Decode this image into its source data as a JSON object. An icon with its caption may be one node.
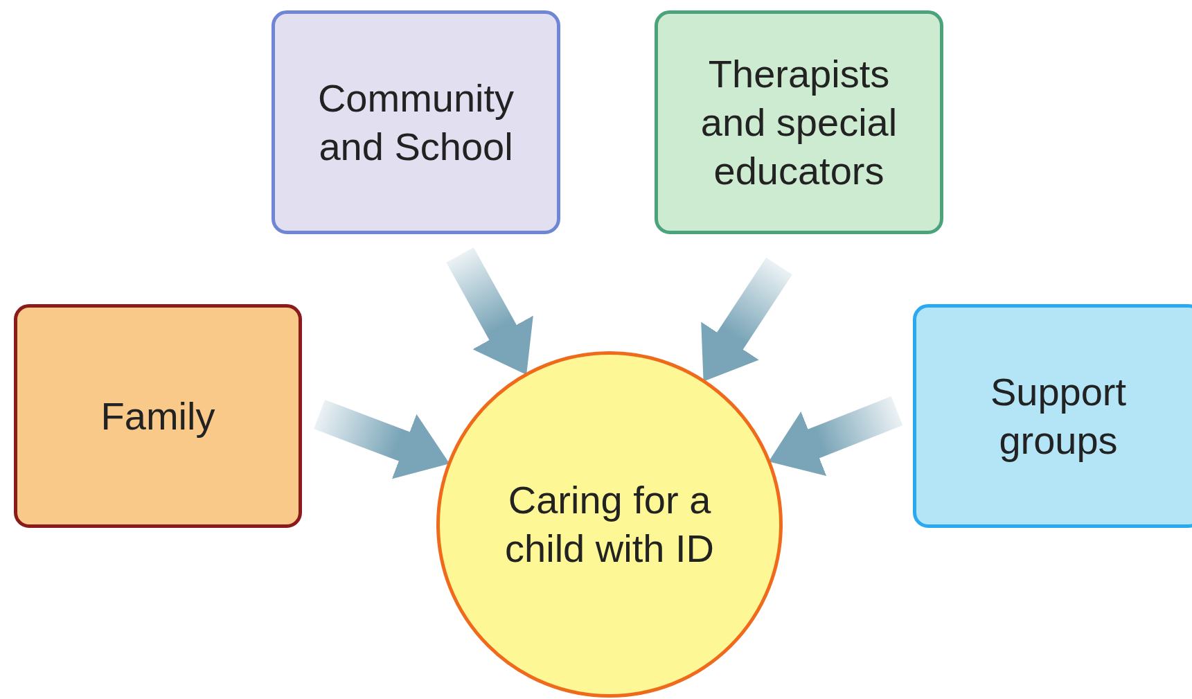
{
  "diagram": {
    "nodes": [
      {
        "text": [
          "Community and School"
        ]
      },
      {
        "text": [
          "Therapists and special educators"
        ]
      },
      {
        "text": [
          "Family"
        ]
      },
      {
        "text": [
          "Support groups"
        ]
      },
      {
        "text": [
          "Caring for a child with ID"
        ]
      }
    ],
    "edges": [
      {
        "from": 2,
        "to": 4,
        "arrow": "to"
      },
      {
        "from": 0,
        "to": 4,
        "arrow": "to"
      },
      {
        "from": 1,
        "to": 4,
        "arrow": "to"
      },
      {
        "from": 3,
        "to": 4,
        "arrow": "to"
      }
    ]
  }
}
